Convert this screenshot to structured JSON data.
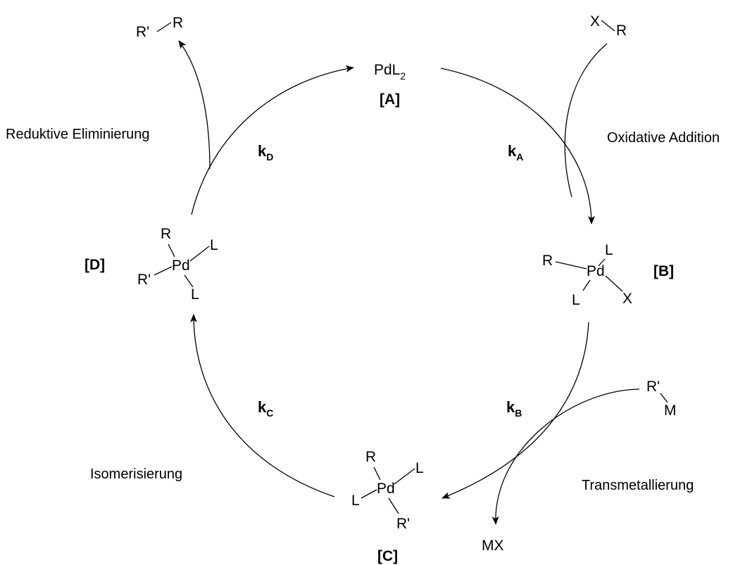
{
  "species": {
    "A": {
      "label": "[A]",
      "formula_main": "PdL",
      "formula_sub": "2"
    },
    "B": {
      "label": "[B]",
      "metal": "Pd",
      "ligands": [
        "R",
        "L",
        "L",
        "X"
      ]
    },
    "C": {
      "label": "[C]",
      "metal": "Pd",
      "ligands": [
        "R",
        "L",
        "L",
        "R'"
      ]
    },
    "D": {
      "label": "[D]",
      "metal": "Pd",
      "ligands": [
        "R",
        "L",
        "R'",
        "L"
      ]
    }
  },
  "reagents": {
    "xr": [
      "X",
      "R"
    ],
    "rm": [
      "R'",
      "M"
    ],
    "rr": [
      "R'",
      "R"
    ],
    "mx": "MX"
  },
  "steps": {
    "oxidative": "Oxidative Addition",
    "transmetal": "Transmetallierung",
    "isomer": "Isomerisierung",
    "reductive": "Reduktive Eliminierung"
  },
  "rates": {
    "kA": {
      "main": "k",
      "sub": "A"
    },
    "kB": {
      "main": "k",
      "sub": "B"
    },
    "kC": {
      "main": "k",
      "sub": "C"
    },
    "kD": {
      "main": "k",
      "sub": "D"
    }
  }
}
